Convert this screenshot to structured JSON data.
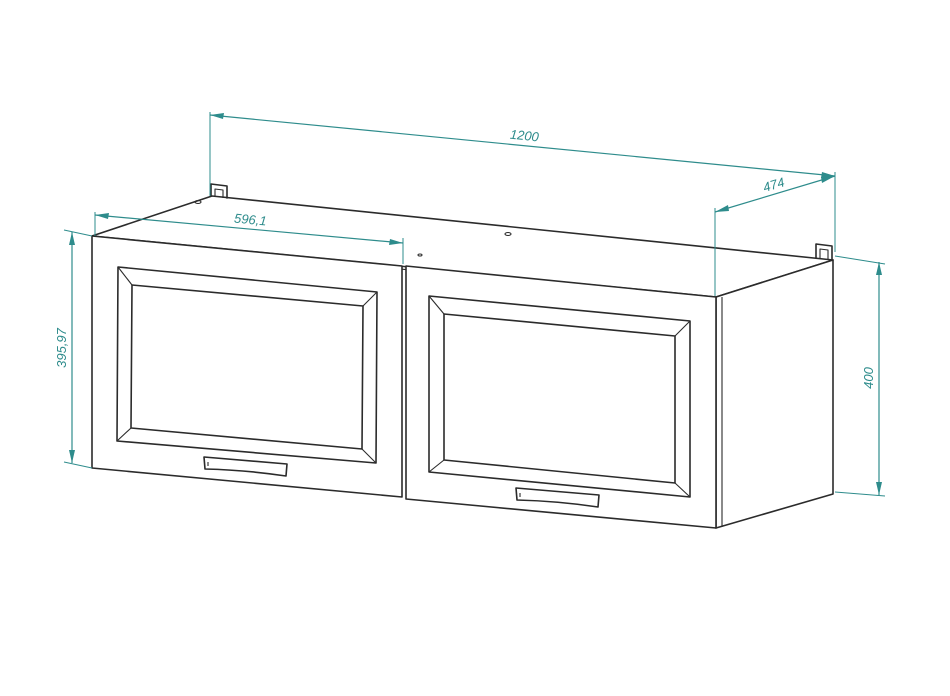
{
  "colors": {
    "dimension": "#2e8c8c",
    "outline": "#2b2b2b",
    "background": "#ffffff"
  },
  "dimensions": {
    "total_width": "1200",
    "depth": "474",
    "door_width": "596,1",
    "door_height": "395,97",
    "total_height": "400"
  }
}
